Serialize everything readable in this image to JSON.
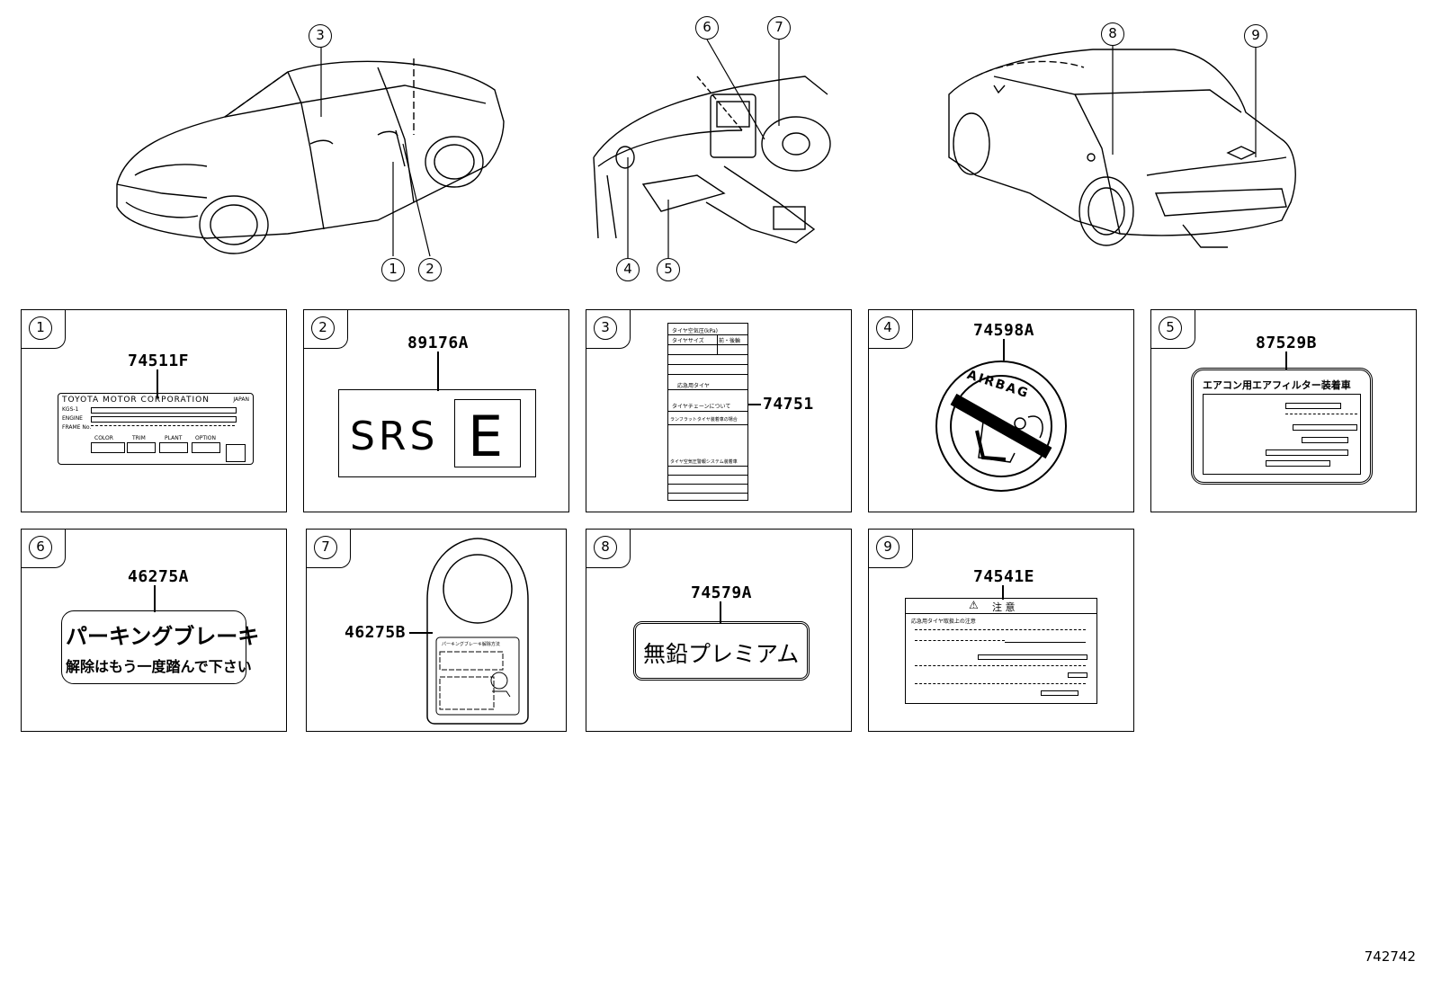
{
  "callouts": [
    "1",
    "2",
    "3",
    "4",
    "5",
    "6",
    "7",
    "8",
    "9"
  ],
  "panels": [
    {
      "num": "1",
      "part": "74511F"
    },
    {
      "num": "2",
      "part": "89176A"
    },
    {
      "num": "3",
      "part": "74751"
    },
    {
      "num": "4",
      "part": "74598A"
    },
    {
      "num": "5",
      "part": "87529B"
    },
    {
      "num": "6",
      "part": "46275A"
    },
    {
      "num": "7",
      "part": "46275B"
    },
    {
      "num": "8",
      "part": "74579A"
    },
    {
      "num": "9",
      "part": "74541E"
    }
  ],
  "label1": {
    "maker": "TOYOTA MOTOR CORPORATION",
    "country": "JAPAN",
    "fields": [
      "KGS-1",
      "ENGINE",
      "FRAME No."
    ],
    "bottom": [
      "COLOR",
      "TRIM",
      "PLANT",
      "OPTION"
    ]
  },
  "label2": {
    "text": "SRS",
    "letter": "E"
  },
  "label3": {
    "header": "タイヤ空気圧(kPa)",
    "cols": [
      "タイヤサイズ",
      "前・後輪"
    ],
    "rows": [
      "応急用タイヤ",
      "タイヤチェーンについて",
      "ランフラットタイヤ装着車の場合",
      "タイヤ空気圧警報システム装着車"
    ]
  },
  "label4": {
    "text": "AIRBAG"
  },
  "label5": {
    "title": "エアコン用エアフィルター装着車"
  },
  "label6": {
    "line1": "パーキングブレーキ",
    "line2": "解除はもう一度踏んで下さい"
  },
  "label7": {
    "caption": "パーキングブレーキ解除方法"
  },
  "label8": {
    "text": "無鉛プレミアム"
  },
  "label9": {
    "title": "注 意",
    "sub": "応急用タイヤ取扱上の注意"
  },
  "diagram_code": "742742"
}
